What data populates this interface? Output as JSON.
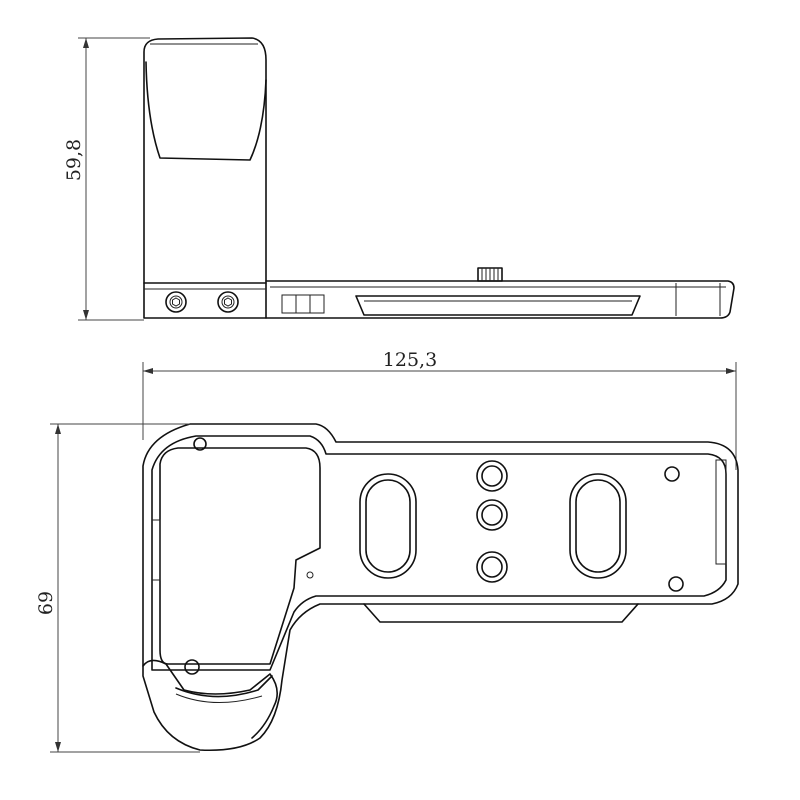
{
  "dimensions": {
    "height_side": "59,8",
    "width_total": "125,3",
    "depth_top": "69"
  }
}
